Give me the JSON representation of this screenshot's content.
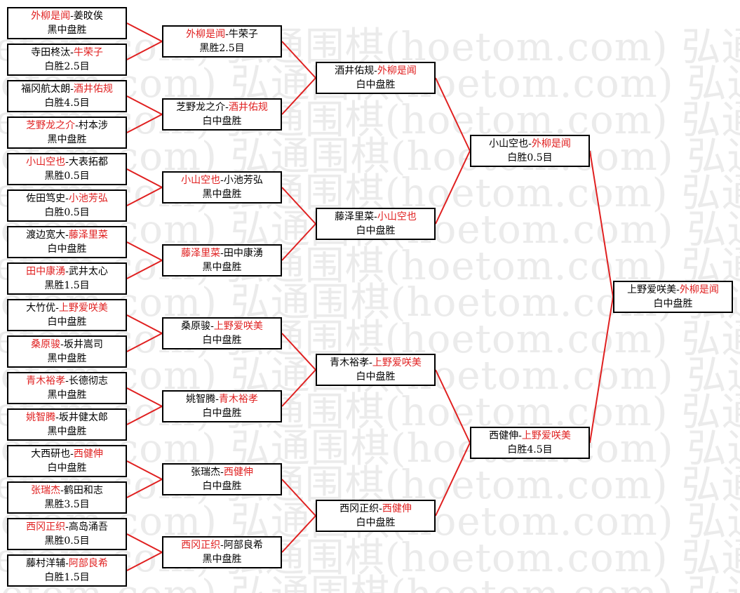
{
  "watermark": "弘通围棋(hoetom.com)",
  "colors": {
    "winner": "#e02020",
    "line": "#e02020",
    "border": "#000000"
  },
  "rounds": [
    [
      {
        "p1": "外柳是闻",
        "p2": "姜旼俟",
        "winner": 1,
        "result": "黑中盘胜"
      },
      {
        "p1": "寺田柊汰",
        "p2": "牛荣子",
        "winner": 2,
        "result": "白胜2.5目"
      },
      {
        "p1": "福冈航太朗",
        "p2": "酒井佑规",
        "winner": 2,
        "result": "白胜4.5目"
      },
      {
        "p1": "芝野龙之介",
        "p2": "村本涉",
        "winner": 1,
        "result": "黑中盘胜"
      },
      {
        "p1": "小山空也",
        "p2": "大表拓都",
        "winner": 1,
        "result": "黑胜0.5目"
      },
      {
        "p1": "佐田笃史",
        "p2": "小池芳弘",
        "winner": 2,
        "result": "白胜0.5目"
      },
      {
        "p1": "渡边宽大",
        "p2": "藤泽里菜",
        "winner": 2,
        "result": "白中盘胜"
      },
      {
        "p1": "田中康湧",
        "p2": "武井太心",
        "winner": 1,
        "result": "黑胜1.5目"
      },
      {
        "p1": "大竹优",
        "p2": "上野爱咲美",
        "winner": 2,
        "result": "白中盘胜"
      },
      {
        "p1": "桑原骏",
        "p2": "坂井嵩司",
        "winner": 1,
        "result": "黑中盘胜"
      },
      {
        "p1": "青木裕孝",
        "p2": "长德彻志",
        "winner": 1,
        "result": "黑中盘胜"
      },
      {
        "p1": "姚智腾",
        "p2": "坂井健太郎",
        "winner": 1,
        "result": "黑中盘胜"
      },
      {
        "p1": "大西研也",
        "p2": "西健伸",
        "winner": 2,
        "result": "白中盘胜"
      },
      {
        "p1": "张瑞杰",
        "p2": "鹤田和志",
        "winner": 1,
        "result": "黑胜3.5目"
      },
      {
        "p1": "西冈正织",
        "p2": "高岛涌吾",
        "winner": 1,
        "result": "黑胜0.5目"
      },
      {
        "p1": "藤村洋辅",
        "p2": "阿部良希",
        "winner": 2,
        "result": "白胜1.5目"
      }
    ],
    [
      {
        "p1": "外柳是闻",
        "p2": "牛荣子",
        "winner": 1,
        "result": "黑胜2.5目"
      },
      {
        "p1": "芝野龙之介",
        "p2": "酒井佑规",
        "winner": 2,
        "result": "白中盘胜"
      },
      {
        "p1": "小山空也",
        "p2": "小池芳弘",
        "winner": 1,
        "result": "黑中盘胜"
      },
      {
        "p1": "藤泽里菜",
        "p2": "田中康湧",
        "winner": 1,
        "result": "黑中盘胜"
      },
      {
        "p1": "桑原骏",
        "p2": "上野爱咲美",
        "winner": 2,
        "result": "白中盘胜"
      },
      {
        "p1": "姚智腾",
        "p2": "青木裕孝",
        "winner": 2,
        "result": "白中盘胜"
      },
      {
        "p1": "张瑞杰",
        "p2": "西健伸",
        "winner": 2,
        "result": "白中盘胜"
      },
      {
        "p1": "西冈正织",
        "p2": "阿部良希",
        "winner": 1,
        "result": "黑中盘胜"
      }
    ],
    [
      {
        "p1": "酒井佑规",
        "p2": "外柳是闻",
        "winner": 2,
        "result": "白中盘胜"
      },
      {
        "p1": "藤泽里菜",
        "p2": "小山空也",
        "winner": 2,
        "result": "白中盘胜"
      },
      {
        "p1": "青木裕孝",
        "p2": "上野爱咲美",
        "winner": 2,
        "result": "白中盘胜"
      },
      {
        "p1": "西冈正织",
        "p2": "西健伸",
        "winner": 2,
        "result": "白中盘胜"
      }
    ],
    [
      {
        "p1": "小山空也",
        "p2": "外柳是闻",
        "winner": 2,
        "result": "白胜0.5目"
      },
      {
        "p1": "西健伸",
        "p2": "上野爱咲美",
        "winner": 2,
        "result": "白胜4.5目"
      }
    ],
    [
      {
        "p1": "上野爱咲美",
        "p2": "外柳是闻",
        "winner": 2,
        "result": "白中盘胜"
      }
    ]
  ]
}
